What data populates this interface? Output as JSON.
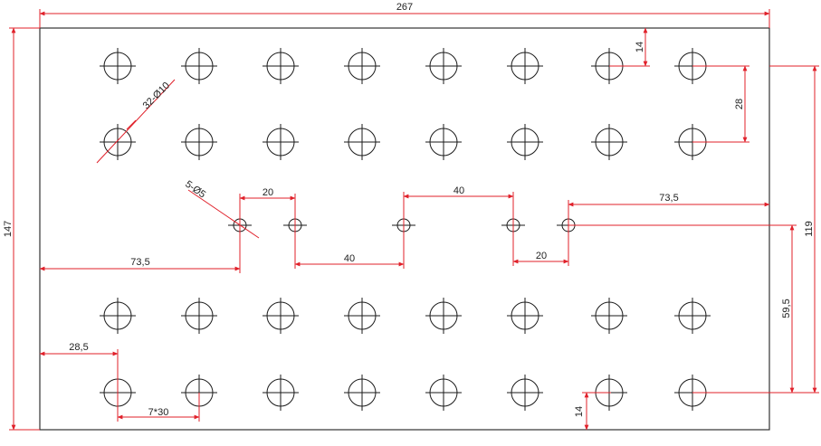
{
  "colors": {
    "background": "#ffffff",
    "plate_outline": "#333333",
    "hole": "#1a1a1a",
    "dimension": "#e0202a",
    "text": "#222222"
  },
  "labels": {
    "overall_width": "267",
    "overall_height": "147",
    "top_offset": "14",
    "row_pitch": "28",
    "big_hole_callout": "32-Ø10",
    "small_hole_callout": "5-Ø5",
    "small_pitch_a": "20",
    "small_pitch_b": "40",
    "small_pitch_c": "40",
    "small_pitch_d": "20",
    "left_offset_small": "73,5",
    "right_offset_small": "73,5",
    "height_right": "119",
    "height_small_holes": "59,5",
    "left_offset_big": "28,5",
    "big_hole_pattern": "7*30",
    "bottom_offset": "14"
  }
}
